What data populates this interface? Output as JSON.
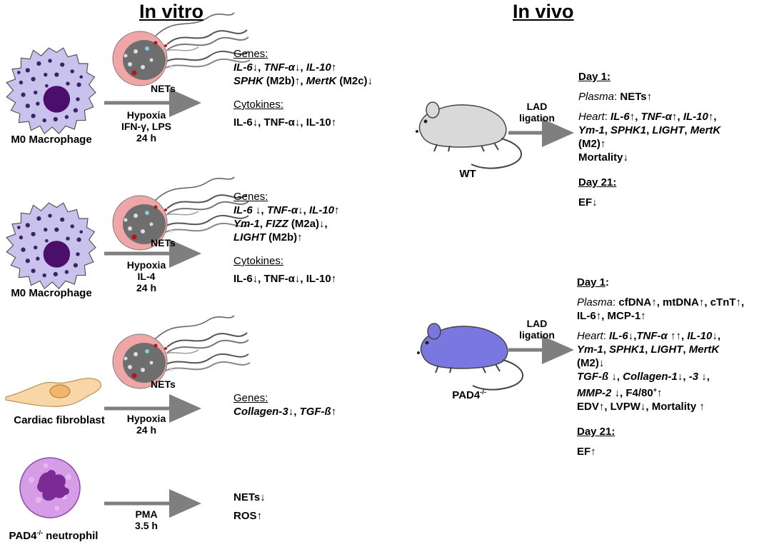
{
  "headers": {
    "in_vitro": "In vitro",
    "in_vivo": "In vivo"
  },
  "common": {
    "nets": "NETs",
    "genes": "Genes:",
    "cytokines": "Cytokines:",
    "cytokines_line": "IL-6↓, TNF-α↓, IL-10↑",
    "lad_line1": "LAD",
    "lad_line2": "ligation",
    "day1": "Day 1:",
    "day1b": "Day 1",
    "day1b_colon": ":",
    "day21": "Day 21:"
  },
  "vitro": {
    "r1": {
      "cell": "M0 Macrophage",
      "cond": [
        "Hypoxia",
        "IFN-γ, LPS",
        "24 h"
      ],
      "g1": [
        "IL-6",
        "↓, ",
        "TNF-α",
        "↓, ",
        "IL-10",
        "↑"
      ],
      "g2": [
        "SPHK",
        " (M2b)↑, ",
        "MertK",
        " (M2c)↓"
      ]
    },
    "r2": {
      "cell": "M0 Macrophage",
      "cond": [
        "Hypoxia",
        "IL-4",
        "24 h"
      ],
      "g1": [
        "IL-6",
        " ↓, ",
        "TNF-α",
        "↓, ",
        "IL-10",
        "↑"
      ],
      "g2": [
        "Ym-1",
        ", ",
        "FIZZ",
        " (M2a)↓,"
      ],
      "g3": [
        "LIGHT",
        " (M2b)↑"
      ]
    },
    "r3": {
      "cell": "Cardiac fibroblast",
      "cond": [
        "Hypoxia",
        "24 h"
      ],
      "g1": [
        "Collagen-3",
        "↓, ",
        "TGF-ß",
        "↑"
      ]
    },
    "r4": {
      "cell_main": "PAD4",
      "cell_sup": "-/-",
      "cell_rest": " neutrophil",
      "cond": [
        "PMA",
        "3.5 h"
      ],
      "o1": "NETs↓",
      "o2": "ROS↑"
    }
  },
  "vivo": {
    "wt": {
      "label": "WT",
      "plasma": [
        "Plasma",
        ": ",
        "NETs↑"
      ],
      "h1": [
        "Heart",
        ": ",
        "IL-6",
        "↑, ",
        "TNF-α",
        "↑, ",
        "IL-10",
        "↑,"
      ],
      "h2": [
        "Ym-1",
        ", ",
        "SPHK1",
        ", ",
        "LIGHT",
        ", ",
        "MertK"
      ],
      "h3": "(M2)↑",
      "h4": "Mortality↓",
      "ef": "EF↓"
    },
    "pad": {
      "label_main": "PAD4",
      "label_sup": "-/-",
      "p1": [
        "Plasma",
        ": ",
        "cfDNA↑, mtDNA↑, cTnT↑,"
      ],
      "p2": "IL-6↑, MCP-1↑",
      "h1": [
        "Heart",
        ": ",
        "IL-6",
        "↓,",
        "TNF-α",
        " ↑↑, ",
        "IL-10",
        "↓,"
      ],
      "h2": [
        "Ym-1",
        ", ",
        "SPHK1",
        ", ",
        "LIGHT",
        ", ",
        "MertK"
      ],
      "h3": "(M2)↓",
      "h4": [
        "TGF-ß",
        " ↓, ",
        "Collagen-1",
        "↓, ",
        "-3",
        " ↓,"
      ],
      "h5": [
        "MMP-2",
        " ↓, ",
        "F4/80",
        "+",
        "↑"
      ],
      "h6": "EDV↑, LVPW↓, Mortality ↑",
      "ef": "EF↑"
    }
  },
  "colors": {
    "macrophage": "#c9c2ec",
    "nucleus": "#4b0f6b",
    "granule": "#3b2466",
    "arrow": "#7f7f7f",
    "net_outer": "#f0a6a6",
    "net_inner": "#6e6e6e",
    "fibroblast": "#f9d6a5",
    "neutrophil": "#d69de6",
    "wt_mouse": "#d9d9d9",
    "pad_mouse": "#7a77e0"
  },
  "icons": [
    "macrophage-icon",
    "neutrophil-net-icon",
    "fibroblast-icon",
    "neutrophil-icon",
    "mouse-icon"
  ]
}
